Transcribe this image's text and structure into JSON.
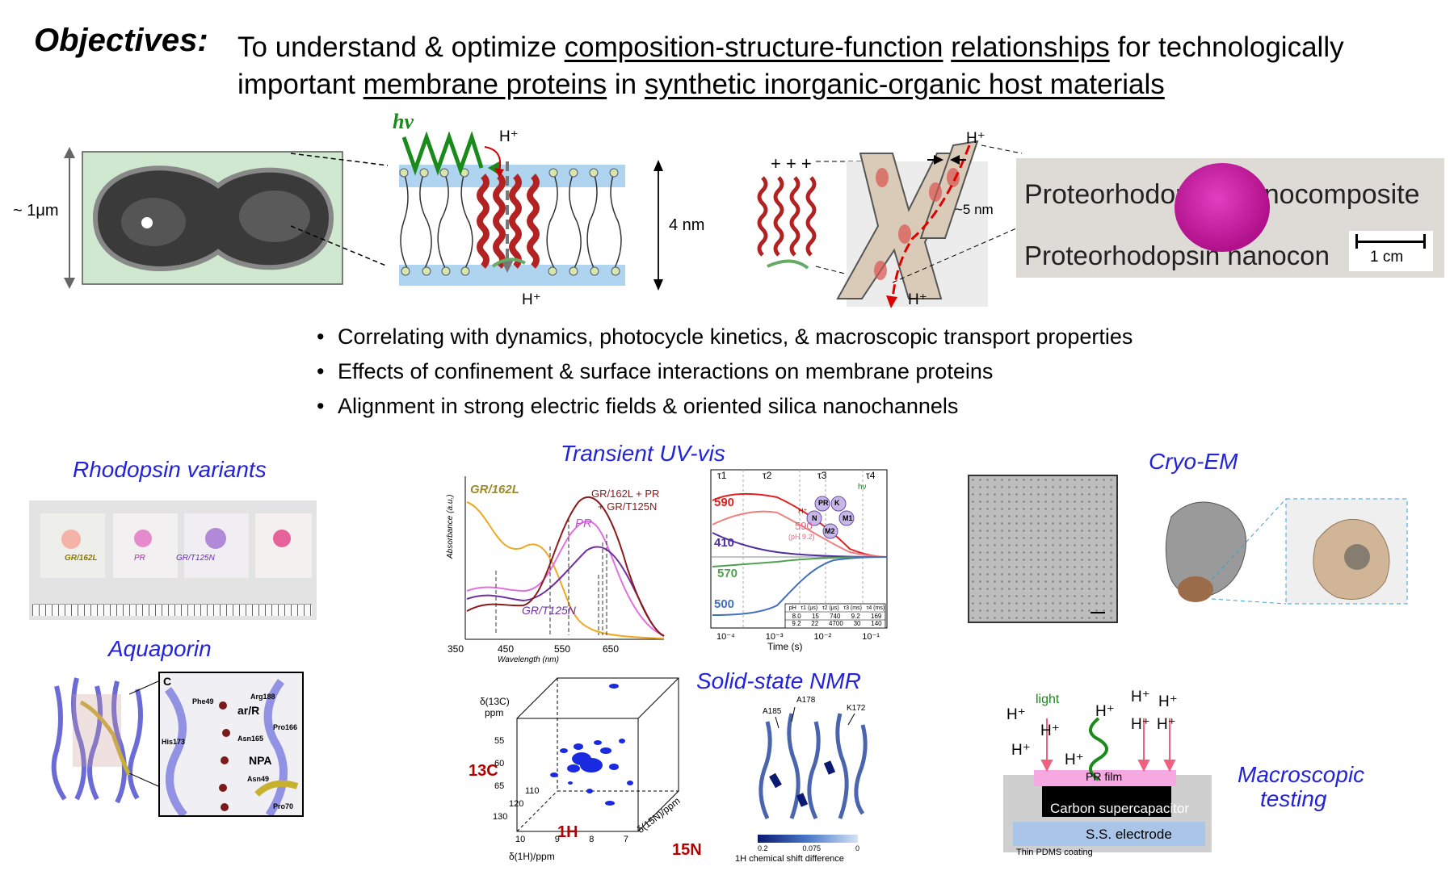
{
  "objectives": {
    "heading": "Objectives:",
    "line1_prefix": "To understand & optimize ",
    "line1_u1": "composition-structure-function",
    "line1_mid": " ",
    "line1_u2": "relationships",
    "line1_suffix": " for technologically",
    "line2_prefix": "important ",
    "line2_u1": "membrane proteins",
    "line2_mid": " in ",
    "line2_u2": "synthetic inorganic-organic host materials"
  },
  "top": {
    "cell_scale": "~ 1μm",
    "hv": "hν",
    "h_top": "H⁺",
    "h_bottom": "H⁺",
    "membrane_nm": "4 nm",
    "plus_signs": "+  +  +",
    "h_right_top": "H⁺",
    "h_right_bottom": "H⁺",
    "channel_nm": "~5 nm",
    "photo_line1": "Proteorhodopsin nanocomposite",
    "photo_line2": "Proteorhodopsin nanocon",
    "photo_scale": "1 cm"
  },
  "bullets": [
    "Correlating with dynamics, photocycle kinetics, & macroscopic transport properties",
    "Effects of  confinement & surface interactions on membrane proteins",
    "Alignment in strong electric fields & oriented silica nanochannels"
  ],
  "rhodopsin": {
    "title": "Rhodopsin variants",
    "labels": [
      "GR/162L",
      "PR",
      "GR/T125N"
    ]
  },
  "aquaporin": {
    "title": "Aquaporin",
    "panel": "C",
    "residues": [
      "Phe49",
      "Arg188",
      "ar/R",
      "His173",
      "Asn165",
      "Pro166",
      "NPA",
      "Asn49",
      "Pro70"
    ]
  },
  "uvvis": {
    "title": "Transient UV-vis",
    "legend_gr162l": "GR/162L",
    "legend_mix_1": "GR/162L + PR",
    "legend_mix_2": "+ GR/T125N",
    "legend_pr": "PR",
    "legend_grt125n": "GR/T125N",
    "ylabel": "Absorbance (a.u.)",
    "xlabel": "Wavelength (nm)",
    "xticks": [
      "350",
      "450",
      "550",
      "650"
    ],
    "kin_labels": [
      "590",
      "410",
      "570",
      "500"
    ],
    "kin_ph": "590",
    "kin_ph2": "(pH 9.2)",
    "kin_xlabel": "Time (s)",
    "kin_xticks": [
      "10⁻⁴",
      "10⁻³",
      "10⁻²",
      "10⁻¹"
    ],
    "tau": [
      "τ1",
      "τ2",
      "τ3",
      "τ4"
    ],
    "cycle": [
      "PR",
      "K",
      "N",
      "M1",
      "M2",
      "hν",
      "H⁺"
    ],
    "table_header": [
      "pH",
      "τ1 (μs)",
      "τ2 (μs)",
      "τ3 (ms)",
      "τ4 (ms)"
    ],
    "table_rows": [
      [
        "8.0",
        "15",
        "740",
        "9.2",
        "169"
      ],
      [
        "9.2",
        "22",
        "4700",
        "30",
        "140"
      ]
    ]
  },
  "cryo": {
    "title": "Cryo-EM"
  },
  "nmr": {
    "title": "Solid-state NMR",
    "c13": "13C",
    "h1": "1H",
    "n15": "15N",
    "axis_c": "δ(13C)",
    "axis_c_unit": "ppm",
    "c_ticks": [
      "55",
      "60",
      "65"
    ],
    "n_ticks": [
      "110",
      "120",
      "130"
    ],
    "h_ticks": [
      "10",
      "9",
      "8",
      "7"
    ],
    "axis_h": "δ(1H)/ppm",
    "axis_n": "δ(15N)/ppm",
    "residues": [
      "A178",
      "A185",
      "K172"
    ],
    "colorbar_ticks": [
      "0.2",
      "0.075",
      "0"
    ],
    "colorbar_label": "1H chemical shift difference"
  },
  "macro": {
    "title_1": "Macroscopic",
    "title_2": "testing",
    "light": "light",
    "h": "H⁺",
    "pr_film": "PR film",
    "carbon": "Carbon supercapacitor",
    "electrode": "S.S. electrode",
    "pdms": "Thin PDMS coating"
  }
}
